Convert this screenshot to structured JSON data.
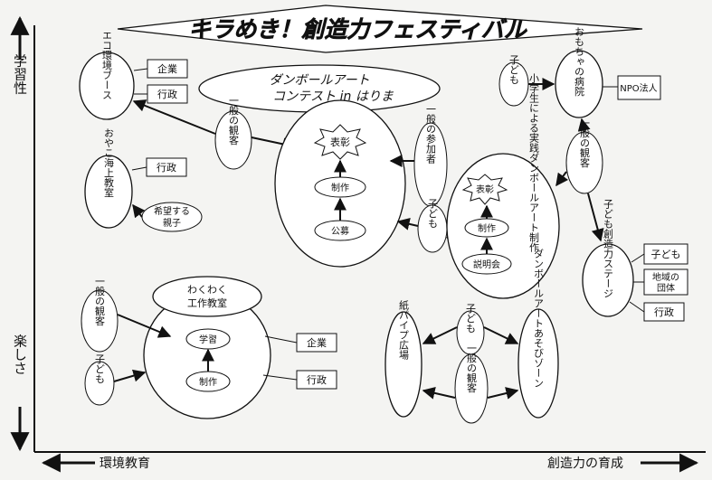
{
  "title": "キラめき！創造力フェスティバル",
  "axes": {
    "y_top": "学習性",
    "y_bottom": "楽しさ",
    "x_left": "環境教育",
    "x_right": "創造力の育成"
  },
  "nodes": {
    "eco_booth": "エコ環境ブース",
    "kigyo_1": "企業",
    "gyosei_1": "行政",
    "contest_title_1": "ダンボールアート",
    "contest_title_2": "コンテスト in はりま",
    "ippan_kankyaku_1": "一般の観客",
    "oyako": "おやこ海上教室",
    "gyosei_2": "行政",
    "kibou_oyako_1": "希望する",
    "kibou_oyako_2": "親子",
    "hyosho_1": "表彰",
    "seisaku_1": "制作",
    "kobo": "公募",
    "ippan_sankasha": "一般の参加者",
    "kodomo_1": "子ども",
    "shogakusei": "小学生による実践ダンボールアート制作",
    "hyosho_2": "表彰",
    "seisaku_2": "制作",
    "setsumeikai": "説明会",
    "kodomo_2": "子ども",
    "omocha": "おもちゃの病院",
    "npo": "NPO法人",
    "ippan_kankyaku_2": "一般の観客",
    "kodomo_stage": "子ども創造力ステージ",
    "kodomo_3": "子ども",
    "chiiki_1": "地域の",
    "chiiki_2": "団体",
    "gyosei_3": "行政",
    "wakuwaku_1": "わくわく",
    "wakuwaku_2": "工作教室",
    "gakushu": "学習",
    "seisaku_3": "制作",
    "ippan_kankyaku_3": "一般の観客",
    "kodomo_4": "子ども",
    "kigyo_2": "企業",
    "gyosei_4": "行政",
    "kami_pipe": "紙パイプ広場",
    "kodomo_5": "子ども",
    "ippan_kankyaku_4": "一般の観客",
    "asobi_zone": "ダンボールアートあそびゾーン"
  }
}
